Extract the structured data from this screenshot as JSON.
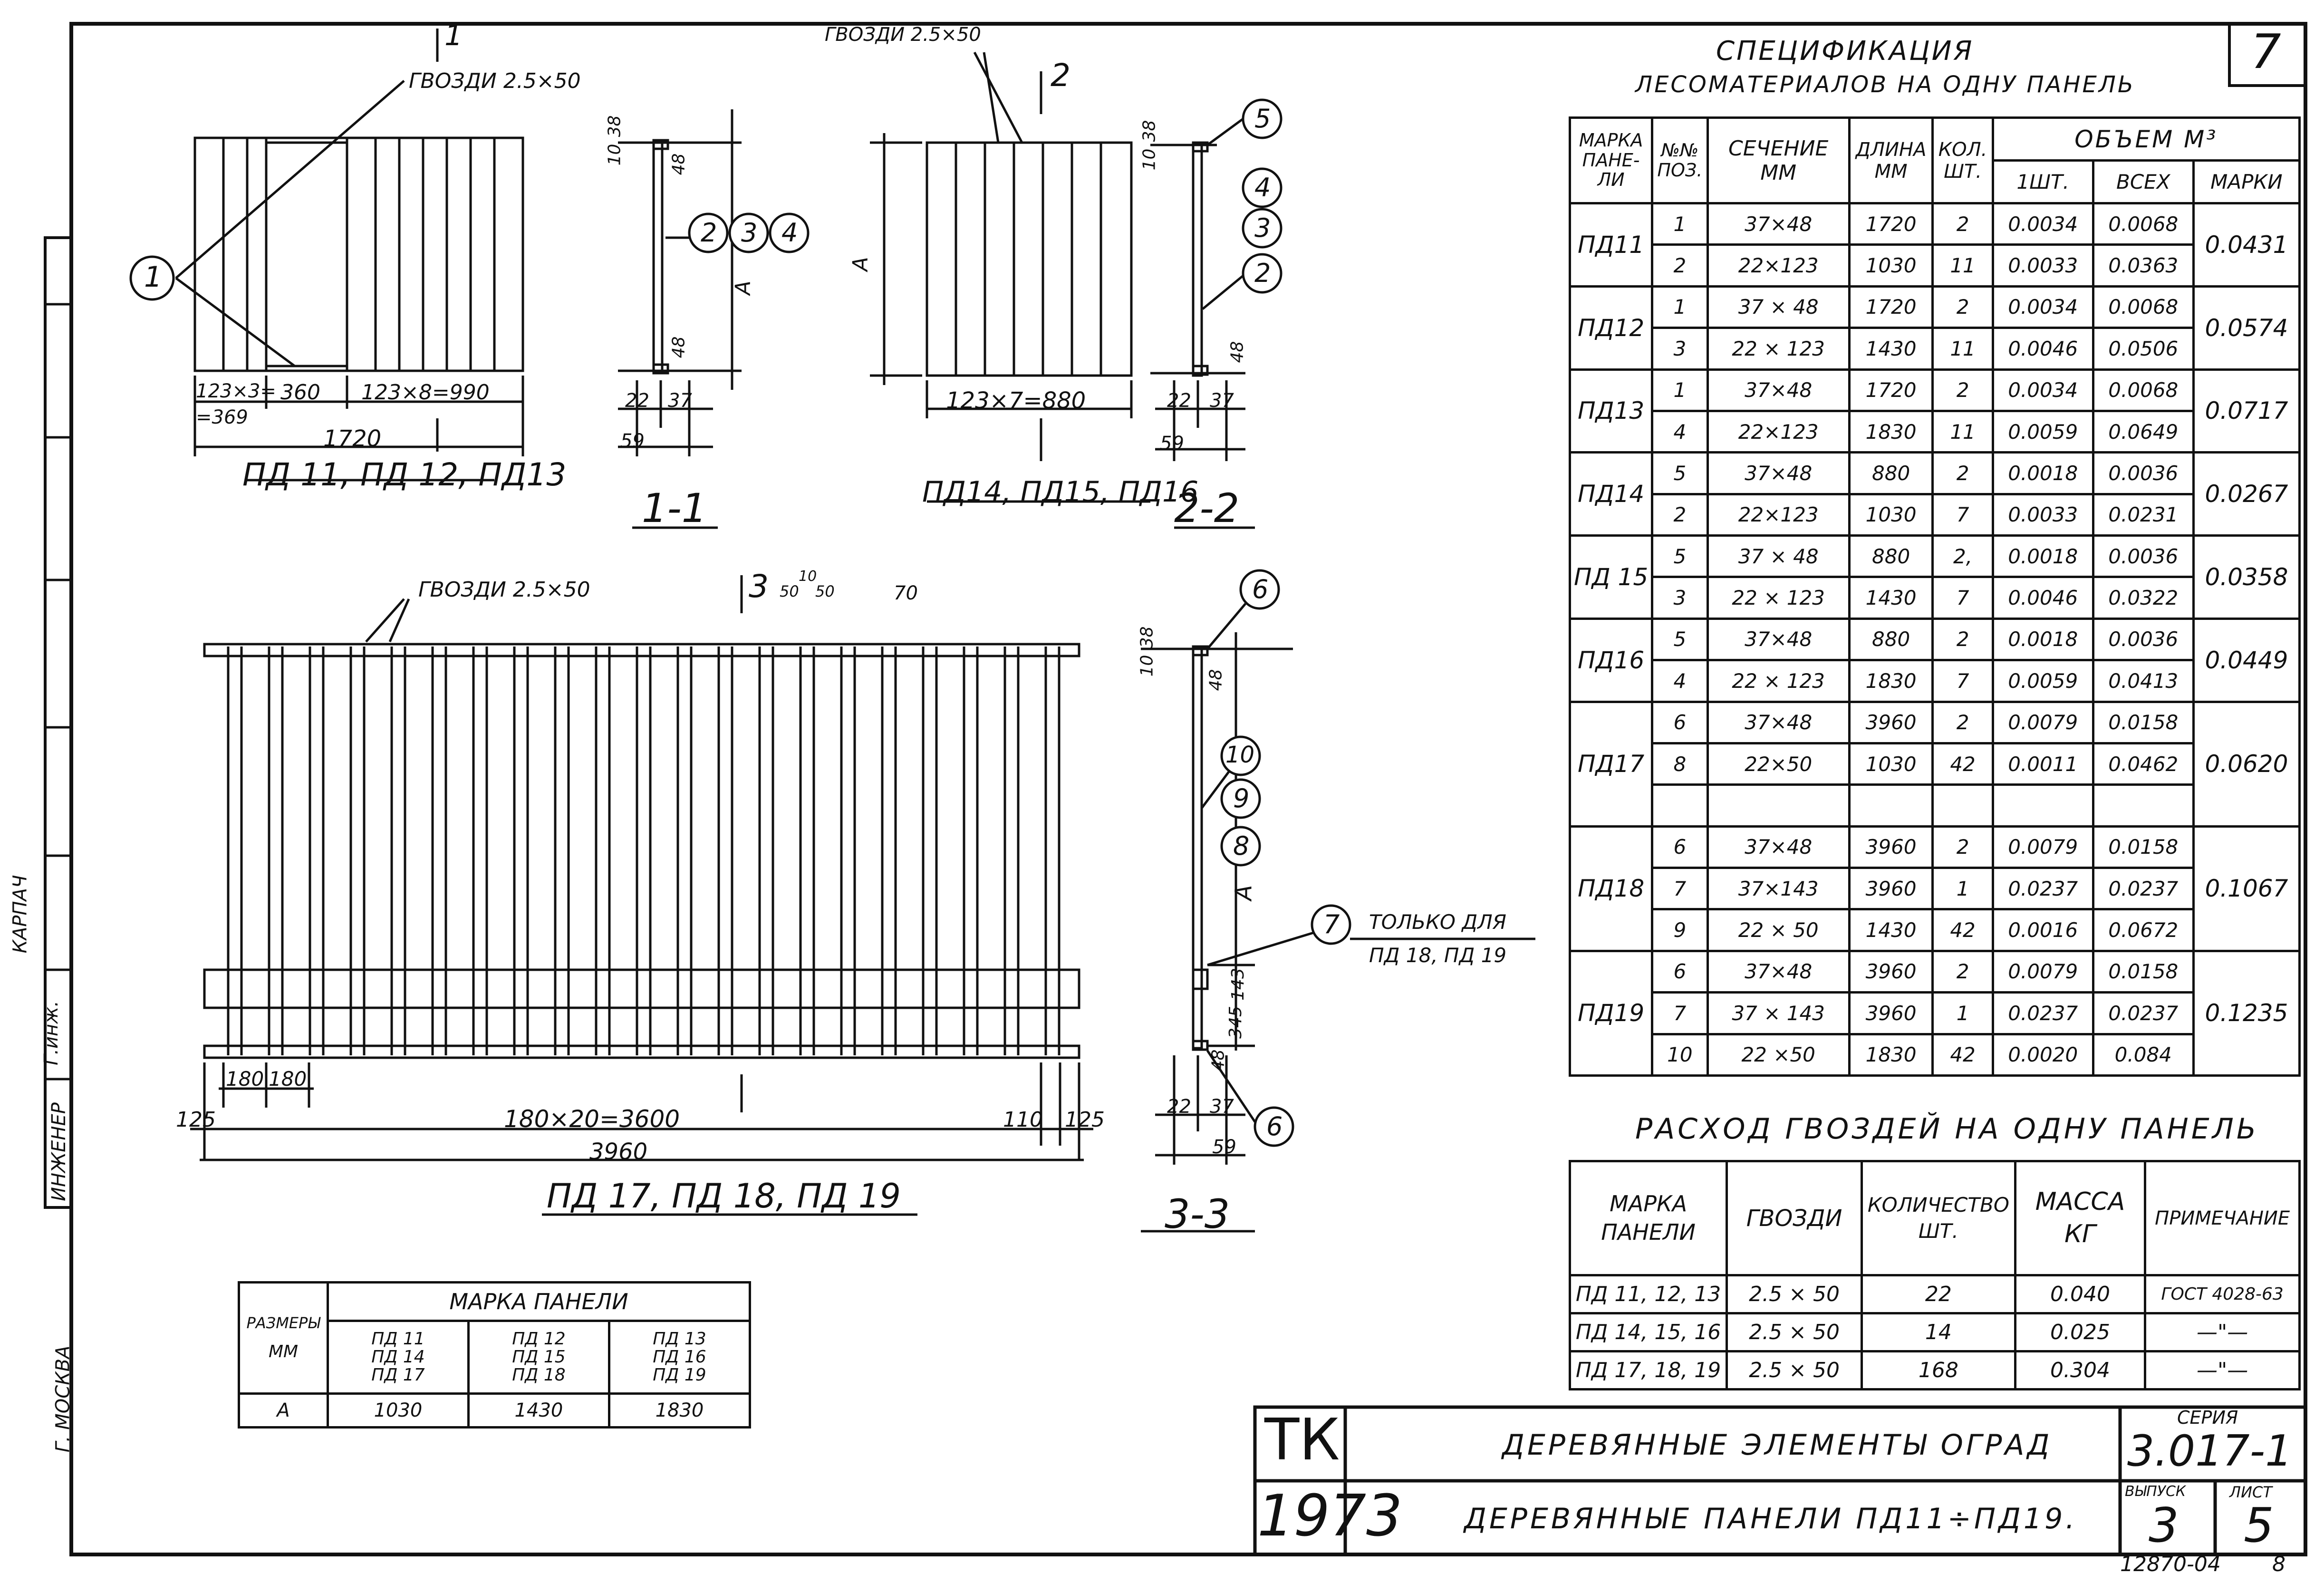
{
  "sheet_number": "7",
  "stamp_side": {
    "role1": "КАРПАЧ",
    "role2": "Г.инж.",
    "role3": "ИНЖЕНЕР",
    "city": "Г. МОСКВА"
  },
  "drawing_top_left": {
    "section_mark": "1",
    "nails_label": "ГВОЗДИ 2.5×50",
    "callout": "1",
    "dim_left1": "123×3=",
    "dim_left2": "=369",
    "dim_gap": "360",
    "dim_right": "123×8=990",
    "dim_total": "1720",
    "caption": "ПД 11, ПД 12, ПД13"
  },
  "section_1_1": {
    "dim_10": "10",
    "dim_38": "38",
    "dim_48a": "48",
    "dim_A": "A",
    "dim_48b": "48",
    "dim_22": "22",
    "dim_37": "37",
    "dim_59": "59",
    "callouts": [
      "2",
      "3",
      "4"
    ],
    "caption": "1-1"
  },
  "drawing_top_mid": {
    "nails_label": "ГВОЗДИ 2.5×50",
    "section_mark": "2",
    "dim_A": "A",
    "dim_bottom": "123×7=880",
    "caption": "ПД14, ПД15, ПД16"
  },
  "section_2_2": {
    "dim_10": "10",
    "dim_38": "38",
    "dim_48": "48",
    "dim_22": "22",
    "dim_37": "37",
    "dim_59": "59",
    "callouts": [
      "5",
      "4",
      "3",
      "2"
    ],
    "caption": "2-2"
  },
  "drawing_big": {
    "nails_label": "ГВОЗДИ 2.5×50",
    "section_mark": "3",
    "dim_50a": "50",
    "dim_10": "10",
    "dim_50b": "50",
    "dim_70": "70",
    "dim_180a": "180",
    "dim_180b": "180",
    "dim_125a": "125",
    "dim_main": "180×20=3600",
    "dim_110": "110",
    "dim_125b": "125",
    "dim_total": "3960",
    "caption": "ПД 17, ПД 18, ПД 19"
  },
  "section_3_3": {
    "dim_10": "10",
    "dim_38": "38",
    "dim_48a": "48",
    "dim_A": "A",
    "dim_143": "143",
    "dim_345": "345",
    "dim_48b": "48",
    "dim_22": "22",
    "dim_37": "37",
    "dim_59": "59",
    "callouts": [
      "6",
      "10",
      "9",
      "8",
      "7",
      "6"
    ],
    "note_line1": "ТОЛЬКО ДЛЯ",
    "note_line2": "ПД 18, ПД 19",
    "caption": "3-3"
  },
  "sizes_table": {
    "col0_header1": "РАЗМЕРЫ",
    "col0_header2": "ММ",
    "group_header": "МАРКА ПАНЕЛИ",
    "marks": [
      [
        "ПД 11",
        "ПД 14",
        "ПД 17"
      ],
      [
        "ПД 12",
        "ПД 15",
        "ПД 18"
      ],
      [
        "ПД 13",
        "ПД 16",
        "ПД 19"
      ]
    ],
    "row_label": "A",
    "values": [
      "1030",
      "1430",
      "1830"
    ]
  },
  "spec": {
    "title1": "СПЕЦИФИКАЦИЯ",
    "title2": "ЛЕСОМАТЕРИАЛОВ НА ОДНУ ПАНЕЛЬ",
    "headers": {
      "mark": "МАРКА ПАНЕ-ЛИ",
      "pos": "№№ ПОЗ.",
      "section": "СЕЧЕНИЕ ММ",
      "length": "ДЛИНА ММ",
      "qty": "КОЛ. ШТ.",
      "volume": "ОБЪЕМ М³",
      "v1": "1ШТ.",
      "vall": "ВСЕХ",
      "vmark": "МАРКИ"
    },
    "groups": [
      {
        "mark": "ПД11",
        "total": "0.0431",
        "rows": [
          {
            "pos": "1",
            "sec": "37×48",
            "len": "1720",
            "qty": "2",
            "v1": "0.0034",
            "vall": "0.0068"
          },
          {
            "pos": "2",
            "sec": "22×123",
            "len": "1030",
            "qty": "11",
            "v1": "0.0033",
            "vall": "0.0363"
          }
        ]
      },
      {
        "mark": "ПД12",
        "total": "0.0574",
        "rows": [
          {
            "pos": "1",
            "sec": "37 × 48",
            "len": "1720",
            "qty": "2",
            "v1": "0.0034",
            "vall": "0.0068"
          },
          {
            "pos": "3",
            "sec": "22 × 123",
            "len": "1430",
            "qty": "11",
            "v1": "0.0046",
            "vall": "0.0506"
          }
        ]
      },
      {
        "mark": "ПД13",
        "total": "0.0717",
        "rows": [
          {
            "pos": "1",
            "sec": "37×48",
            "len": "1720",
            "qty": "2",
            "v1": "0.0034",
            "vall": "0.0068"
          },
          {
            "pos": "4",
            "sec": "22×123",
            "len": "1830",
            "qty": "11",
            "v1": "0.0059",
            "vall": "0.0649"
          }
        ]
      },
      {
        "mark": "ПД14",
        "total": "0.0267",
        "rows": [
          {
            "pos": "5",
            "sec": "37×48",
            "len": "880",
            "qty": "2",
            "v1": "0.0018",
            "vall": "0.0036"
          },
          {
            "pos": "2",
            "sec": "22×123",
            "len": "1030",
            "qty": "7",
            "v1": "0.0033",
            "vall": "0.0231"
          }
        ]
      },
      {
        "mark": "ПД 15",
        "total": "0.0358",
        "rows": [
          {
            "pos": "5",
            "sec": "37 × 48",
            "len": "880",
            "qty": "2,",
            "v1": "0.0018",
            "vall": "0.0036"
          },
          {
            "pos": "3",
            "sec": "22 × 123",
            "len": "1430",
            "qty": "7",
            "v1": "0.0046",
            "vall": "0.0322"
          }
        ]
      },
      {
        "mark": "ПД16",
        "total": "0.0449",
        "rows": [
          {
            "pos": "5",
            "sec": "37×48",
            "len": "880",
            "qty": "2",
            "v1": "0.0018",
            "vall": "0.0036"
          },
          {
            "pos": "4",
            "sec": "22 × 123",
            "len": "1830",
            "qty": "7",
            "v1": "0.0059",
            "vall": "0.0413"
          }
        ]
      },
      {
        "mark": "ПД17",
        "total": "0.0620",
        "rows": [
          {
            "pos": "6",
            "sec": "37×48",
            "len": "3960",
            "qty": "2",
            "v1": "0.0079",
            "vall": "0.0158"
          },
          {
            "pos": "8",
            "sec": "22×50",
            "len": "1030",
            "qty": "42",
            "v1": "0.0011",
            "vall": "0.0462"
          },
          {
            "pos": "",
            "sec": "",
            "len": "",
            "qty": "",
            "v1": "",
            "vall": ""
          }
        ]
      },
      {
        "mark": "ПД18",
        "total": "0.1067",
        "rows": [
          {
            "pos": "6",
            "sec": "37×48",
            "len": "3960",
            "qty": "2",
            "v1": "0.0079",
            "vall": "0.0158"
          },
          {
            "pos": "7",
            "sec": "37×143",
            "len": "3960",
            "qty": "1",
            "v1": "0.0237",
            "vall": "0.0237"
          },
          {
            "pos": "9",
            "sec": "22 × 50",
            "len": "1430",
            "qty": "42",
            "v1": "0.0016",
            "vall": "0.0672"
          }
        ]
      },
      {
        "mark": "ПД19",
        "total": "0.1235",
        "rows": [
          {
            "pos": "6",
            "sec": "37×48",
            "len": "3960",
            "qty": "2",
            "v1": "0.0079",
            "vall": "0.0158"
          },
          {
            "pos": "7",
            "sec": "37 × 143",
            "len": "3960",
            "qty": "1",
            "v1": "0.0237",
            "vall": "0.0237"
          },
          {
            "pos": "10",
            "sec": "22 ×50",
            "len": "1830",
            "qty": "42",
            "v1": "0.0020",
            "vall": "0.084"
          }
        ]
      }
    ]
  },
  "nails": {
    "title": "РАСХОД ГВОЗДЕЙ НА ОДНУ ПАНЕЛЬ",
    "headers": [
      "МАРКА ПАНЕЛИ",
      "ГВОЗДИ",
      "КОЛИЧЕСТВО ШТ.",
      "МАССА КГ",
      "ПРИМЕЧАНИЕ"
    ],
    "rows": [
      [
        "ПД 11, 12, 13",
        "2.5 × 50",
        "22",
        "0.040",
        "ГОСТ 4028-63"
      ],
      [
        "ПД 14, 15, 16",
        "2.5 × 50",
        "14",
        "0.025",
        "—\"—"
      ],
      [
        "ПД 17, 18, 19",
        "2.5 × 50",
        "168",
        "0.304",
        "—\"—"
      ]
    ]
  },
  "title_block": {
    "org": "ТК",
    "year": "1973",
    "name1": "ДЕРЕВЯННЫЕ ЭЛЕМЕНТЫ ОГРАД",
    "name2": "ДЕРЕВЯННЫЕ ПАНЕЛИ ПД11÷ПД19.",
    "series_label": "СЕРИЯ",
    "series": "3.017-1",
    "issue_label": "ВЫПУСК",
    "issue": "3",
    "sheet_label": "ЛИСТ",
    "sheet": "5",
    "archive": "12870-04",
    "archive2": "8"
  }
}
